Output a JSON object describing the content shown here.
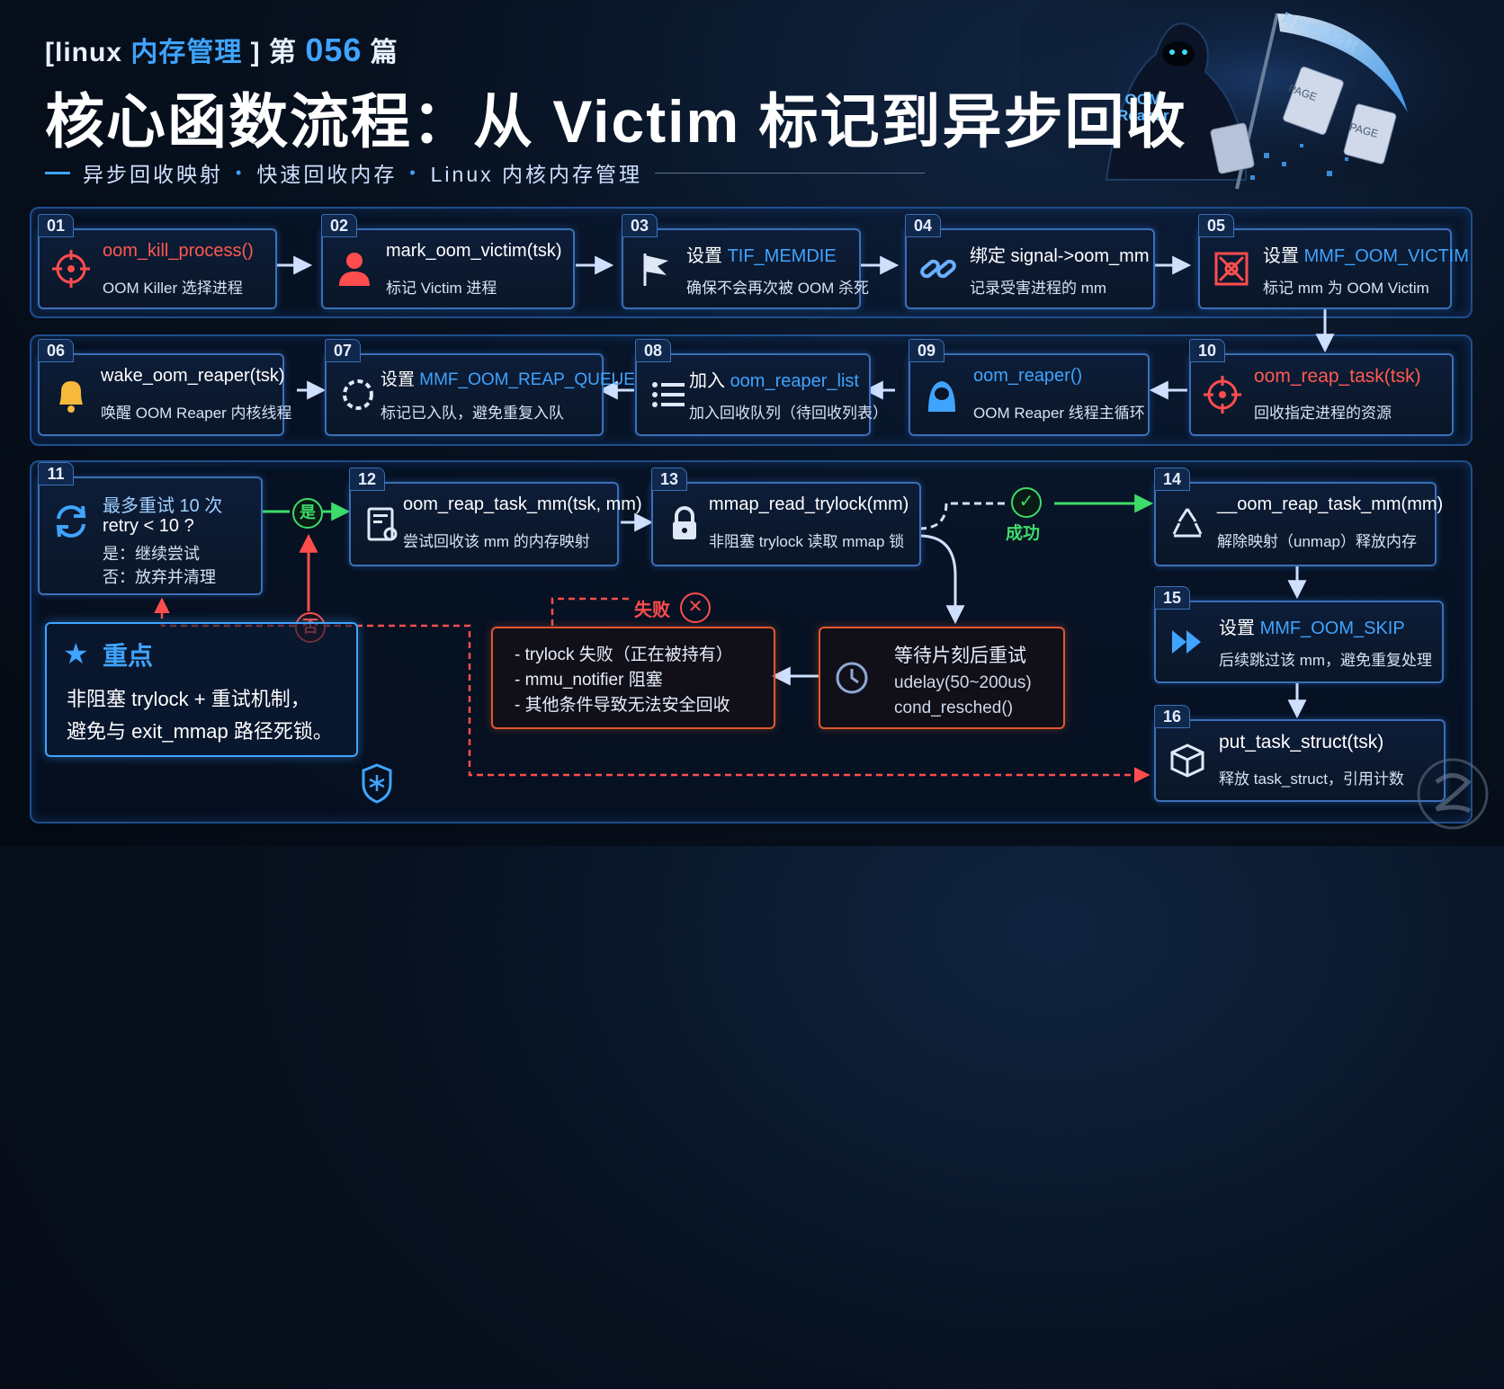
{
  "header": {
    "series_open": "[linux ",
    "series_topic": "内存管理",
    "series_close": " ] 第 ",
    "series_num": "056",
    "series_unit": " 篇",
    "title": "核心函数流程：从 Victim 标记到异步回收",
    "tags": [
      "异步回收映射",
      "快速回收内存",
      "Linux 内核内存管理"
    ]
  },
  "illustration": {
    "reaper_label_1": "OOM",
    "reaper_label_2": "Reaper",
    "scythe_text": "异步解除映射",
    "page_label": "PAGE"
  },
  "steps": [
    {
      "num": "01",
      "pre": "",
      "fn": "oom_kill_process()",
      "post": "",
      "desc": "OOM Killer 选择进程",
      "fn_color": "red",
      "icon": "crosshair-icon"
    },
    {
      "num": "02",
      "pre": "",
      "fn": "",
      "post": "mark_oom_victim(tsk)",
      "desc": "标记 Victim 进程",
      "fn_color": "white",
      "icon": "user-icon"
    },
    {
      "num": "03",
      "pre": "设置 ",
      "fn": "TIF_MEMDIE",
      "post": "",
      "desc": "确保不会再次被 OOM 杀死",
      "fn_color": "blue",
      "icon": "flag-icon"
    },
    {
      "num": "04",
      "pre": "",
      "fn": "",
      "post": "绑定 signal->oom_mm",
      "desc": "记录受害进程的 mm",
      "fn_color": "white",
      "icon": "link-icon"
    },
    {
      "num": "05",
      "pre": "设置 ",
      "fn": "MMF_OOM_VICTIM",
      "post": "",
      "desc": "标记 mm 为 OOM Victim",
      "fn_color": "blue",
      "icon": "target-box-icon"
    },
    {
      "num": "06",
      "pre": "",
      "fn": "",
      "post": "wake_oom_reaper(tsk)",
      "desc": "唤醒 OOM Reaper 内核线程",
      "fn_color": "white",
      "icon": "bell-icon"
    },
    {
      "num": "07",
      "pre": "设置 ",
      "fn": "MMF_OOM_REAP_QUEUED",
      "post": "",
      "desc": "标记已入队，避免重复入队",
      "fn_color": "blue",
      "icon": "spinner-icon"
    },
    {
      "num": "08",
      "pre": "加入 ",
      "fn": "oom_reaper_list",
      "post": "",
      "desc": "加入回收队列（待回收列表）",
      "fn_color": "blue",
      "icon": "list-icon"
    },
    {
      "num": "09",
      "pre": "",
      "fn": "oom_reaper()",
      "post": "",
      "desc": "OOM Reaper 线程主循环",
      "fn_color": "blue",
      "icon": "reaper-icon"
    },
    {
      "num": "10",
      "pre": "",
      "fn": "oom_reap_task(tsk)",
      "post": "",
      "desc": "回收指定进程的资源",
      "fn_color": "red",
      "icon": "crosshair-icon"
    },
    {
      "num": "12",
      "pre": "",
      "fn": "",
      "post": "oom_reap_task_mm(tsk, mm)",
      "desc": "尝试回收该 mm 的内存映射",
      "fn_color": "white",
      "icon": "memory-icon"
    },
    {
      "num": "13",
      "pre": "",
      "fn": "",
      "post": "mmap_read_trylock(mm)",
      "desc": "非阻塞 trylock 读取 mmap 锁",
      "fn_color": "white",
      "icon": "lock-icon"
    },
    {
      "num": "14",
      "pre": "",
      "fn": "",
      "post": "__oom_reap_task_mm(mm)",
      "desc": "解除映射（unmap）释放内存",
      "fn_color": "white",
      "icon": "recycle-icon"
    },
    {
      "num": "15",
      "pre": "设置 ",
      "fn": "MMF_OOM_SKIP",
      "post": "",
      "desc": "后续跳过该 mm，避免重复处理",
      "fn_color": "blue",
      "icon": "fast-forward-icon"
    },
    {
      "num": "16",
      "pre": "",
      "fn": "",
      "post": "put_task_struct(tsk)",
      "desc": "释放 task_struct，引用计数",
      "fn_color": "white",
      "icon": "box-icon"
    }
  ],
  "retry": {
    "num": "11",
    "line1": "最多重试 10 次",
    "line2": "retry < 10 ?",
    "line3": "是：继续尝试",
    "line4": "否：放弃并清理"
  },
  "decisions": {
    "yes": "是",
    "no": "否",
    "success": "成功",
    "fail": "失败"
  },
  "fail_box": {
    "items": [
      "- trylock 失败（正在被持有）",
      "- mmu_notifier 阻塞",
      "- 其他条件导致无法安全回收"
    ]
  },
  "wait_box": {
    "title": "等待片刻后重试",
    "line1": "udelay(50~200us)",
    "line2": "cond_resched()"
  },
  "key_point": {
    "title": "重点",
    "line1": "非阻塞 trylock + 重试机制，",
    "line2": "避免与 exit_mmap 路径死锁。"
  },
  "colors": {
    "accent": "#3fa4ff",
    "red": "#ff5a4e",
    "green": "#3ddc6a",
    "orange": "#e0582f",
    "border": "#3b6fb8"
  }
}
